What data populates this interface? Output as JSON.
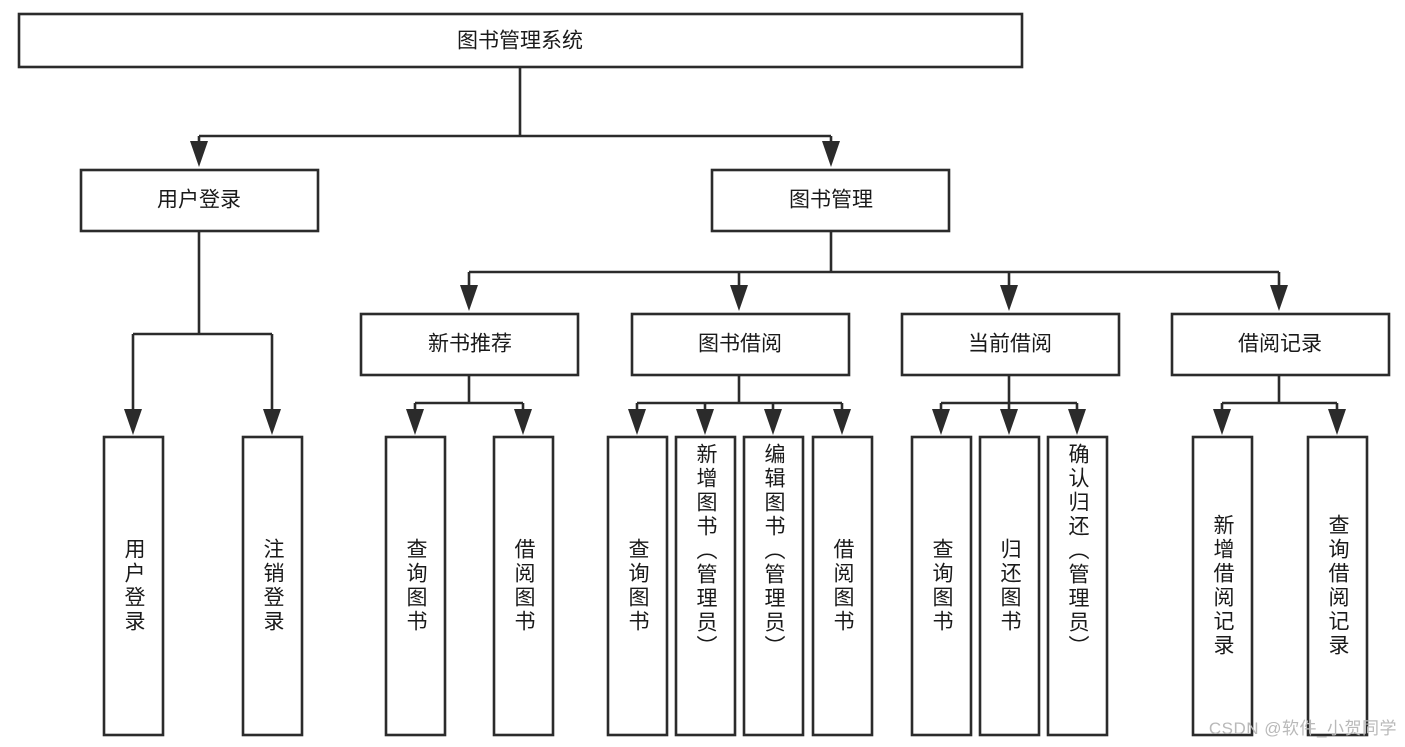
{
  "diagram": {
    "type": "hierarchy-tree",
    "title": "图书管理系统",
    "colors": {
      "box_stroke": "#2b2b2b",
      "box_fill": "#ffffff",
      "text": "#1a1a1a",
      "canvas": "#ffffff",
      "watermark": "#b9b9b9"
    },
    "root": {
      "label": "图书管理系统"
    },
    "level2": [
      {
        "label": "用户登录"
      },
      {
        "label": "图书管理"
      }
    ],
    "level3": [
      {
        "label": "新书推荐"
      },
      {
        "label": "图书借阅"
      },
      {
        "label": "当前借阅"
      },
      {
        "label": "借阅记录"
      }
    ],
    "leaves": {
      "user_login": [
        {
          "label": "用户登录"
        },
        {
          "label": "注销登录"
        }
      ],
      "new_book_recommend": [
        {
          "label": "查询图书"
        },
        {
          "label": "借阅图书"
        }
      ],
      "book_borrow": [
        {
          "label": "查询图书"
        },
        {
          "label": "新增图书（管理员）"
        },
        {
          "label": "编辑图书（管理员）"
        },
        {
          "label": "借阅图书"
        }
      ],
      "current_borrow": [
        {
          "label": "查询图书"
        },
        {
          "label": "归还图书"
        },
        {
          "label": "确认归还（管理员）"
        }
      ],
      "borrow_record": [
        {
          "label": "新增借阅记录"
        },
        {
          "label": "查询借阅记录"
        }
      ]
    },
    "watermark": "CSDN @软件_小贺同学"
  }
}
